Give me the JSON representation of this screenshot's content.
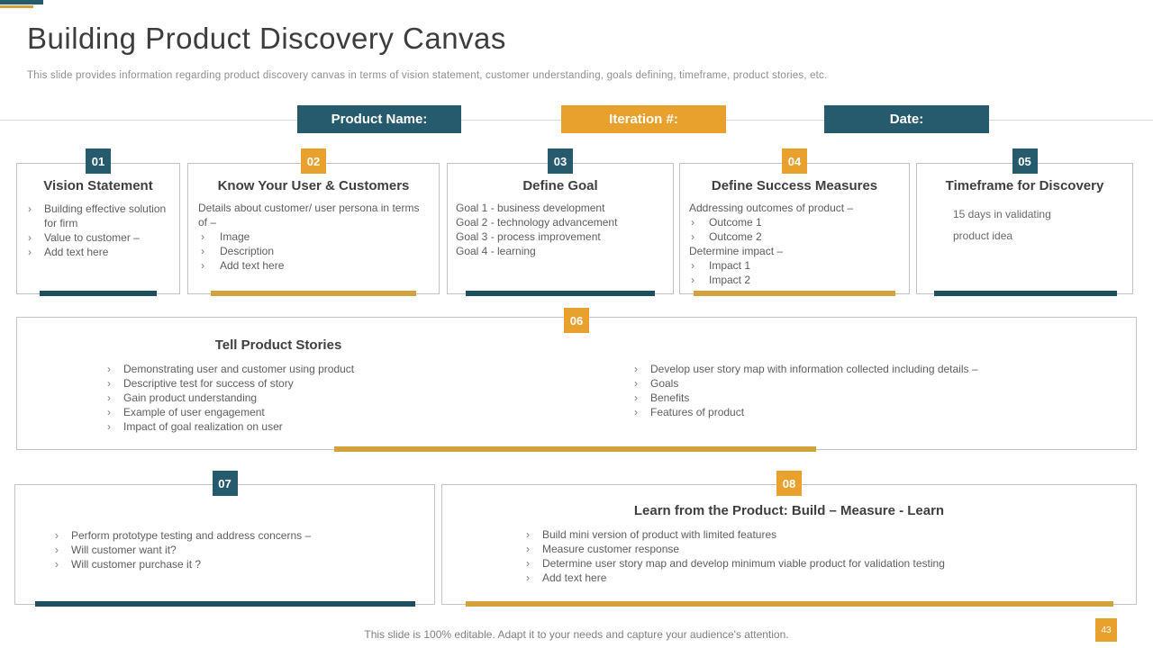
{
  "slide": {
    "title": "Building Product Discovery Canvas",
    "subtitle": "This slide provides information regarding product discovery canvas in terms of vision statement, customer understanding, goals defining, timeframe, product stories, etc.",
    "footer": "This slide is 100% editable. Adapt it to your needs and capture your audience's attention.",
    "page_number": "43"
  },
  "ui": {
    "bullet_char": "›"
  },
  "colors": {
    "teal": "#265B6E",
    "teal_dark": "#1D4F60",
    "orange": "#E9A12D",
    "gold": "#D4A23C",
    "border_gray": "#C3C3C3",
    "heading_text": "#3F3F3F",
    "body_text": "#5E5E5E"
  },
  "header_fields": [
    {
      "label": "Product Name:",
      "color": "#265B6E"
    },
    {
      "label": "Iteration #:",
      "color": "#E9A12D"
    },
    {
      "label": "Date:",
      "color": "#265B6E"
    }
  ],
  "boxes": [
    {
      "number": "01",
      "title": "Vision Statement",
      "bullets": [
        "Building effective solution for firm",
        "Value to customer –",
        "Add text here"
      ]
    },
    {
      "number": "02",
      "title": "Know Your User & Customers",
      "intro": "Details about customer/ user persona in terms of –",
      "bullets": [
        "Image",
        "Description",
        "Add text here"
      ]
    },
    {
      "number": "03",
      "title": "Define Goal",
      "lines": [
        "Goal 1 - business development",
        "Goal 2 - technology advancement",
        "Goal 3 - process improvement",
        "Goal 4 - learning"
      ]
    },
    {
      "number": "04",
      "title": "Define Success Measures",
      "intro": "Addressing outcomes of product –",
      "bullets": [
        "Outcome 1",
        "Outcome 2"
      ],
      "intro2": "Determine impact –",
      "bullets2": [
        "Impact 1",
        "Impact 2"
      ]
    },
    {
      "number": "05",
      "title": "Timeframe for Discovery",
      "lines": [
        "15 days in validating",
        "product idea"
      ]
    }
  ],
  "story_box": {
    "number": "06",
    "title": "Tell Product Stories",
    "left_bullets": [
      "Demonstrating user and customer using product",
      "Descriptive test for success of story",
      "Gain product understanding",
      "Example of user engagement",
      "Impact of goal realization on user"
    ],
    "right_bullets": [
      "Develop user story map with information collected including details –",
      "Goals",
      "Benefits",
      "Features of product"
    ]
  },
  "prototype_box": {
    "number": "07",
    "bullets": [
      "Perform prototype testing and address concerns –",
      "Will customer want it?",
      "Will customer purchase it ?"
    ]
  },
  "learn_box": {
    "number": "08",
    "title": "Learn from the Product: Build – Measure - Learn",
    "bullets": [
      "Build mini version of product with limited features",
      "Measure customer response",
      "Determine user story map and develop minimum viable product for validation testing",
      "Add text here"
    ]
  }
}
